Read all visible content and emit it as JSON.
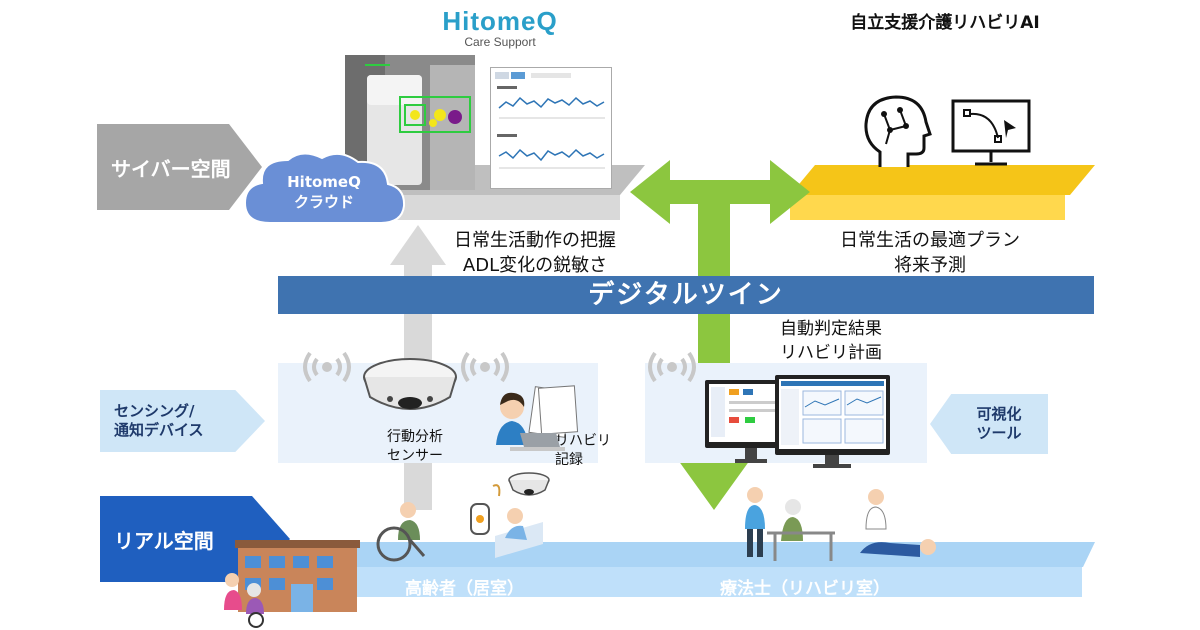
{
  "logo": {
    "main": "HitomeQ",
    "sub": "Care Support"
  },
  "ai_title": "自立支援介護リハビリAI",
  "labels": {
    "cyber": "サイバー空間",
    "real": "リアル空間",
    "sensing_line1": "センシング/",
    "sensing_line2": "通知デバイス",
    "viz_line1": "可視化",
    "viz_line2": "ツール"
  },
  "cloud": {
    "line1": "HitomeQ",
    "line2": "クラウド"
  },
  "captions": {
    "adl_line1": "日常生活動作の把握",
    "adl_line2": "ADL変化の鋭敏さ",
    "plan_line1": "日常生活の最適プラン",
    "plan_line2": "将来予測",
    "twin": "デジタルツイン",
    "auto_line1": "自動判定結果",
    "auto_line2": "リハビリ計画",
    "sensor_line1": "行動分析",
    "sensor_line2": "センサー",
    "record_line1": "リハビリ",
    "record_line2": "記録",
    "elderly": "高齢者（居室）",
    "therapist": "療法士（リハビリ室）"
  },
  "colors": {
    "gray_slab": "#bfbfbf",
    "yellow_slab": "#f5c518",
    "twin_bar": "#3f73b0",
    "green_arrow": "#8cc63f",
    "floor": "#aad4f5",
    "real_label": "#1f5fbf"
  }
}
